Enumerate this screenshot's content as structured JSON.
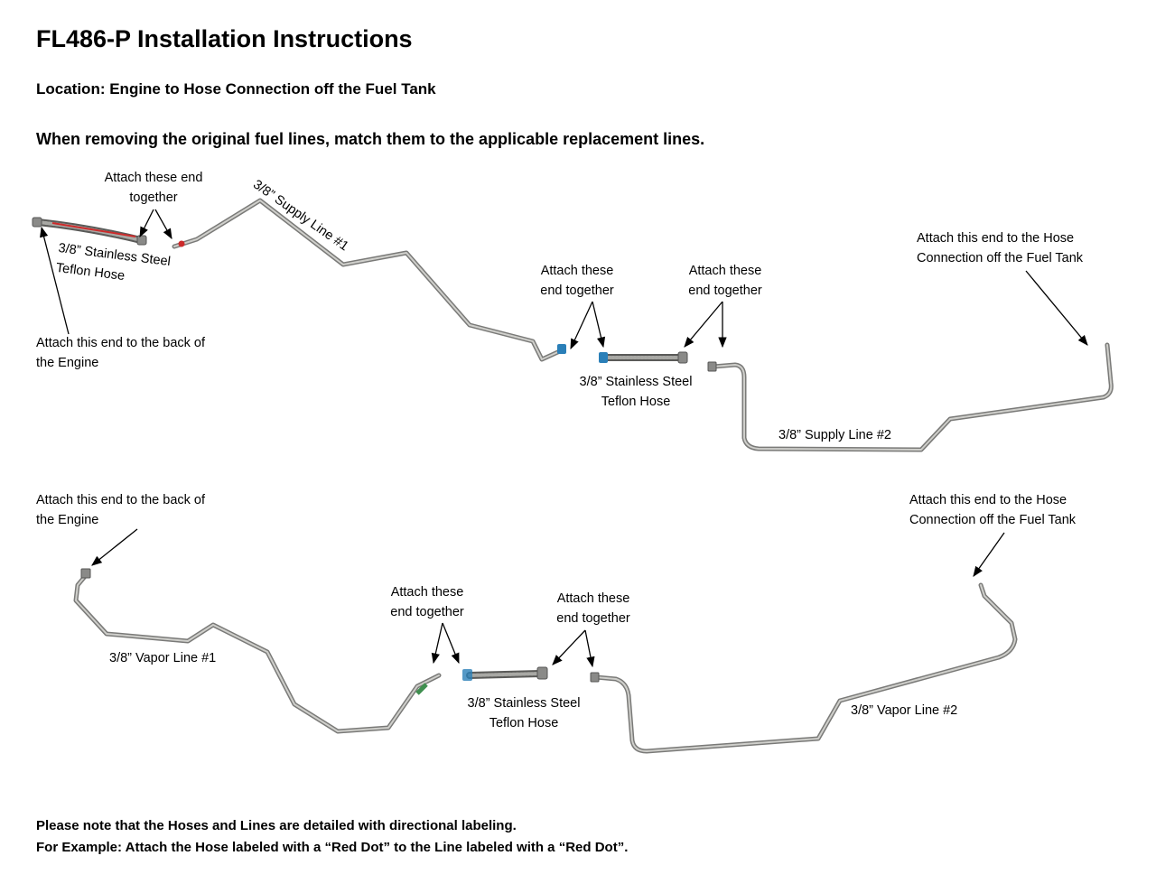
{
  "title": "FL486-P Installation Instructions",
  "location": "Location: Engine to Hose Connection off the Fuel Tank",
  "instruction": "When removing the original fuel lines, match them to the applicable replacement lines.",
  "labels": {
    "top_attach_together": [
      "Attach these end",
      "together"
    ],
    "supply_hose_1": [
      "3/8” Stainless Steel",
      "Teflon Hose"
    ],
    "supply_line_1": "3/8” Supply Line #1",
    "engine_top": [
      "Attach this end to the back of",
      "the Engine"
    ],
    "mid_attach_left": [
      "Attach these",
      "end together"
    ],
    "mid_attach_right": [
      "Attach these",
      "end together"
    ],
    "supply_hose_2": [
      "3/8” Stainless Steel",
      "Teflon Hose"
    ],
    "supply_line_2": "3/8” Supply Line #2",
    "tank_top": [
      "Attach this end to the Hose",
      "Connection off the Fuel Tank"
    ],
    "engine_bottom": [
      "Attach this end to the back of",
      "the Engine"
    ],
    "vapor_line_1": "3/8” Vapor Line #1",
    "vapor_attach_left": [
      "Attach these",
      "end together"
    ],
    "vapor_attach_right": [
      "Attach these",
      "end together"
    ],
    "vapor_hose": [
      "3/8” Stainless Steel",
      "Teflon Hose"
    ],
    "vapor_line_2": "3/8” Vapor Line #2",
    "tank_bottom": [
      "Attach this end to the Hose",
      "Connection off the Fuel Tank"
    ]
  },
  "notes": [
    "Please note that the Hoses and Lines are detailed with directional labeling.",
    "For Example: Attach the Hose labeled with a “Red Dot” to the Line labeled with a “Red Dot”."
  ],
  "colors": {
    "red_dot": "#cc2b2b",
    "blue_fitting": "#2a7fb8",
    "green_band": "#3f8f4f",
    "tube": "#7a7a78"
  }
}
